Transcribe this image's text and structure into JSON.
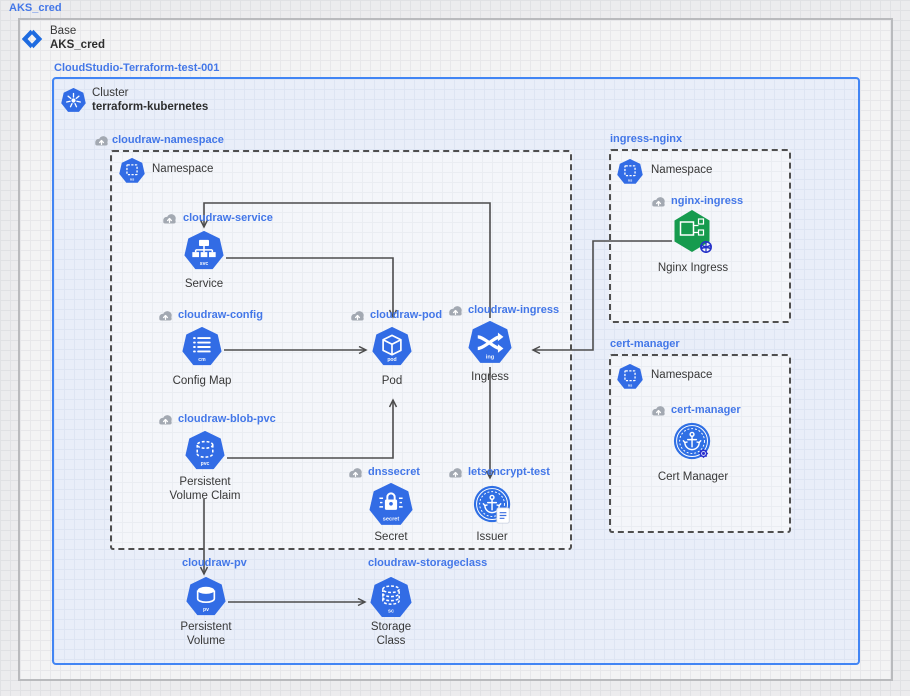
{
  "page": {
    "title": "AKS_cred"
  },
  "base": {
    "type_label": "Base",
    "name": "AKS_cred"
  },
  "project_label": "CloudStudio-Terraform-test-001",
  "cluster": {
    "type_label": "Cluster",
    "name": "terraform-kubernetes"
  },
  "groups": {
    "cloudraw_namespace": {
      "label": "cloudraw-namespace",
      "type_label": "Namespace"
    },
    "ingress_nginx": {
      "label": "ingress-nginx",
      "type_label": "Namespace"
    },
    "cert_manager": {
      "label": "cert-manager",
      "type_label": "Namespace"
    }
  },
  "nodes": {
    "service": {
      "label": "cloudraw-service",
      "caption": "Service"
    },
    "config_map": {
      "label": "cloudraw-config",
      "caption": "Config Map"
    },
    "pod": {
      "label": "cloudraw-pod",
      "caption": "Pod"
    },
    "ingress": {
      "label": "cloudraw-ingress",
      "caption": "Ingress"
    },
    "pvc": {
      "label": "cloudraw-blob-pvc",
      "caption": "Persistent Volume Claim"
    },
    "secret": {
      "label": "dnssecret",
      "caption": "Secret"
    },
    "issuer": {
      "label": "letsencrypt-test",
      "caption": "Issuer"
    },
    "pv": {
      "label": "cloudraw-pv",
      "caption": "Persistent Volume"
    },
    "storage_class": {
      "label": "cloudraw-storageclass",
      "caption": "Storage Class"
    },
    "nginx_ingress": {
      "label": "nginx-ingress",
      "caption": "Nginx Ingress"
    },
    "cert_manager_app": {
      "label": "cert-manager",
      "caption": "Cert Manager"
    }
  },
  "badges": {
    "service": "svc",
    "config_map": "cm",
    "pod": "pod",
    "ingress": "ing",
    "pvc": "pvc",
    "secret": "secret",
    "pv": "pv",
    "storage_class": "sc",
    "namespace": "ns",
    "helm": "HELM"
  },
  "edges": [
    {
      "from": "cloudraw-ingress",
      "to": "cloudraw-service"
    },
    {
      "from": "cloudraw-service",
      "to": "cloudraw-pod"
    },
    {
      "from": "cloudraw-config",
      "to": "cloudraw-pod"
    },
    {
      "from": "cloudraw-blob-pvc",
      "to": "cloudraw-pod"
    },
    {
      "from": "cloudraw-ingress",
      "to": "letsencrypt-test"
    },
    {
      "from": "nginx-ingress",
      "to": "cloudraw-ingress"
    },
    {
      "from": "cloudraw-blob-pvc",
      "to": "cloudraw-pv"
    },
    {
      "from": "cloudraw-pv",
      "to": "cloudraw-storageclass"
    }
  ],
  "colors": {
    "kubernetes_blue": "#326ce5",
    "label_blue": "#4377e8",
    "helm_green": "#169b4e",
    "cluster_border_blue": "#4285f4",
    "edge_gray": "#4d4d4d"
  }
}
